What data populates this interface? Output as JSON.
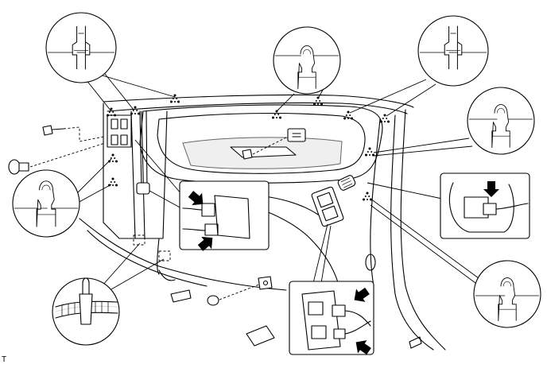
{
  "figure": {
    "code_label": "T",
    "detail_callouts": {
      "clip_callouts": [
        "clip-detail-top-left",
        "clip-detail-top-center",
        "clip-detail-top-right",
        "clip-detail-right-upper",
        "clip-detail-left-middle",
        "clip-detail-right-lower",
        "clip-detail-bottom-left-wire-harness"
      ],
      "connector_callouts": [
        "connector-detail-left",
        "connector-detail-right-lamp",
        "connector-detail-bottom-switch"
      ]
    },
    "icons": {
      "clip_marker": "clip-location-triangle-icon",
      "connector_arrow": "disconnect-arrow-icon",
      "screw": "screw-icon",
      "clip_fastener": "push-clip-icon"
    },
    "colors": {
      "line": "#000000",
      "background": "#ffffff",
      "shade": "#e6e6e6"
    }
  }
}
